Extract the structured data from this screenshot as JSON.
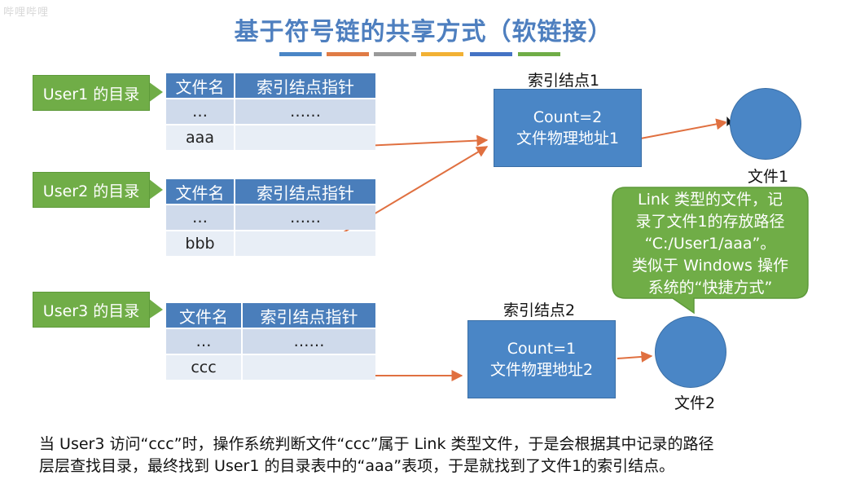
{
  "watermark": "哔哩哔哩",
  "title": "基于符号链的共享方式（软链接）",
  "stripe_colors": [
    "#4a86c6",
    "#e07b45",
    "#999999",
    "#f2b134",
    "#4473c4",
    "#70ad47"
  ],
  "colors": {
    "blue": "#4a86c6",
    "green": "#70ad47",
    "arrow": "#e07040",
    "header": "#4a7ebb"
  },
  "directories": [
    {
      "label": "User1 的目录",
      "headers": [
        "文件名",
        "索引结点指针"
      ],
      "rows": [
        [
          "…",
          "……"
        ],
        [
          "aaa",
          ""
        ]
      ]
    },
    {
      "label": "User2 的目录",
      "headers": [
        "文件名",
        "索引结点指针"
      ],
      "rows": [
        [
          "…",
          "……"
        ],
        [
          "bbb",
          ""
        ]
      ]
    },
    {
      "label": "User3 的目录",
      "headers": [
        "文件名",
        "索引结点指针"
      ],
      "rows": [
        [
          "…",
          "……"
        ],
        [
          "ccc",
          ""
        ]
      ]
    }
  ],
  "inodes": [
    {
      "label": "索引结点1",
      "line1": "Count=2",
      "line2": "文件物理地址1"
    },
    {
      "label": "索引结点2",
      "line1": "Count=1",
      "line2": "文件物理地址2"
    }
  ],
  "files": [
    {
      "label": "文件1"
    },
    {
      "label": "文件2"
    }
  ],
  "note": {
    "lines": [
      "Link 类型的文件，记",
      "录了文件1的存放路径",
      "“C:/User1/aaa”。",
      "类似于 Windows 操作",
      "系统的“快捷方式”"
    ]
  },
  "bottom_text": {
    "line1": "当 User3 访问“ccc”时，操作系统判断文件“ccc”属于 Link 类型文件，于是会根据其中记录的路径",
    "line2": "层层查找目录，最终找到 User1 的目录表中的“aaa”表项，于是就找到了文件1的索引结点。"
  }
}
